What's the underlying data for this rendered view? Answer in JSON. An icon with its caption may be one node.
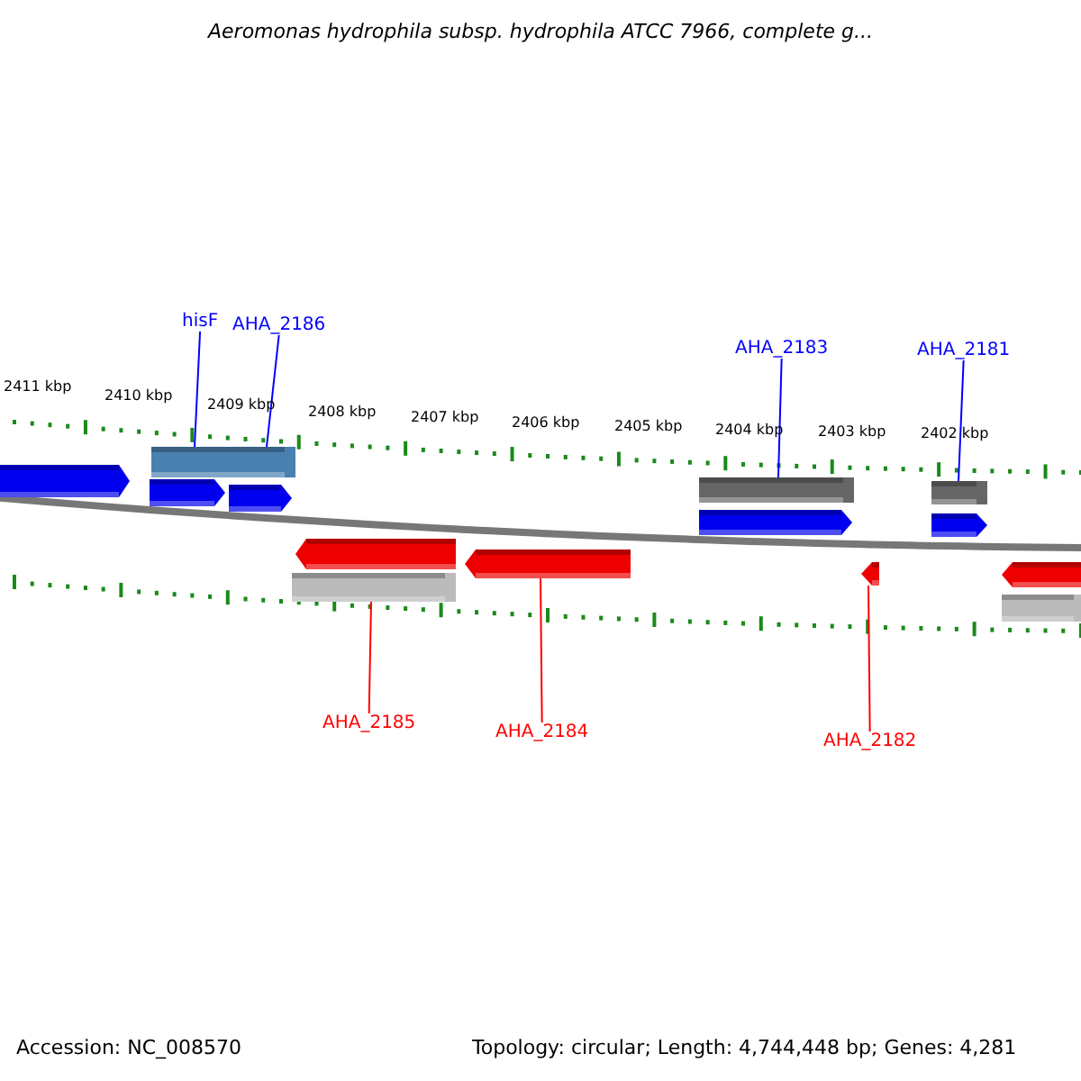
{
  "diagram": {
    "title": "Aeromonas hydrophila subsp. hydrophila ATCC 7966, complete g...",
    "nodes": [
      {
        "text": [
          "hisF"
        ]
      },
      {
        "text": [
          "AHA_2186"
        ]
      },
      {
        "text": [
          "AHA_2183"
        ]
      },
      {
        "text": [
          "AHA_2181"
        ]
      },
      {
        "text": [],
        "shape": "bar"
      },
      {
        "text": [],
        "shape": "bar"
      },
      {
        "text": [],
        "shape": "bar"
      },
      {
        "text": [],
        "shape": "bar"
      },
      {
        "text": [],
        "shape": "bar"
      },
      {
        "text": [],
        "shape": "bar"
      },
      {
        "text": [],
        "shape": "bar"
      },
      {
        "text": [],
        "shape": "bar"
      },
      {
        "text": [],
        "shape": "bar"
      },
      {
        "text": [],
        "shape": "bar"
      },
      {
        "text": [],
        "shape": "bar"
      },
      {
        "text": [],
        "shape": "bar"
      },
      {
        "text": [],
        "shape": "bar"
      },
      {
        "text": [],
        "shape": "bar"
      },
      {
        "text": [
          "AHA_2185"
        ]
      },
      {
        "text": [
          "AHA_2184"
        ]
      },
      {
        "text": [
          "AHA_2182"
        ]
      }
    ],
    "edges": [
      {
        "from": 0,
        "to": 5,
        "arrow": "none",
        "color": "#0000ff"
      },
      {
        "from": 1,
        "to": 5,
        "arrow": "none",
        "color": "#0000ff"
      },
      {
        "from": 2,
        "to": 8,
        "arrow": "none",
        "color": "#0000ff"
      },
      {
        "from": 3,
        "to": 10,
        "arrow": "none",
        "color": "#0000ff"
      },
      {
        "from": 18,
        "to": 13,
        "arrow": "none",
        "color": "#ff0000"
      },
      {
        "from": 19,
        "to": 14,
        "arrow": "none",
        "color": "#ff0000"
      },
      {
        "from": 20,
        "to": 15,
        "arrow": "none",
        "color": "#ff0000"
      }
    ],
    "labels": [
      "2411 kbp",
      "2410 kbp",
      "2409 kbp",
      "2408 kbp",
      "2407 kbp",
      "2406 kbp",
      "2405 kbp",
      "2404 kbp",
      "2403 kbp",
      "2402 kbp",
      "Accession: NC_008570",
      "Topology: circular; Length: 4,744,448 bp; Genes: 4,281"
    ]
  }
}
